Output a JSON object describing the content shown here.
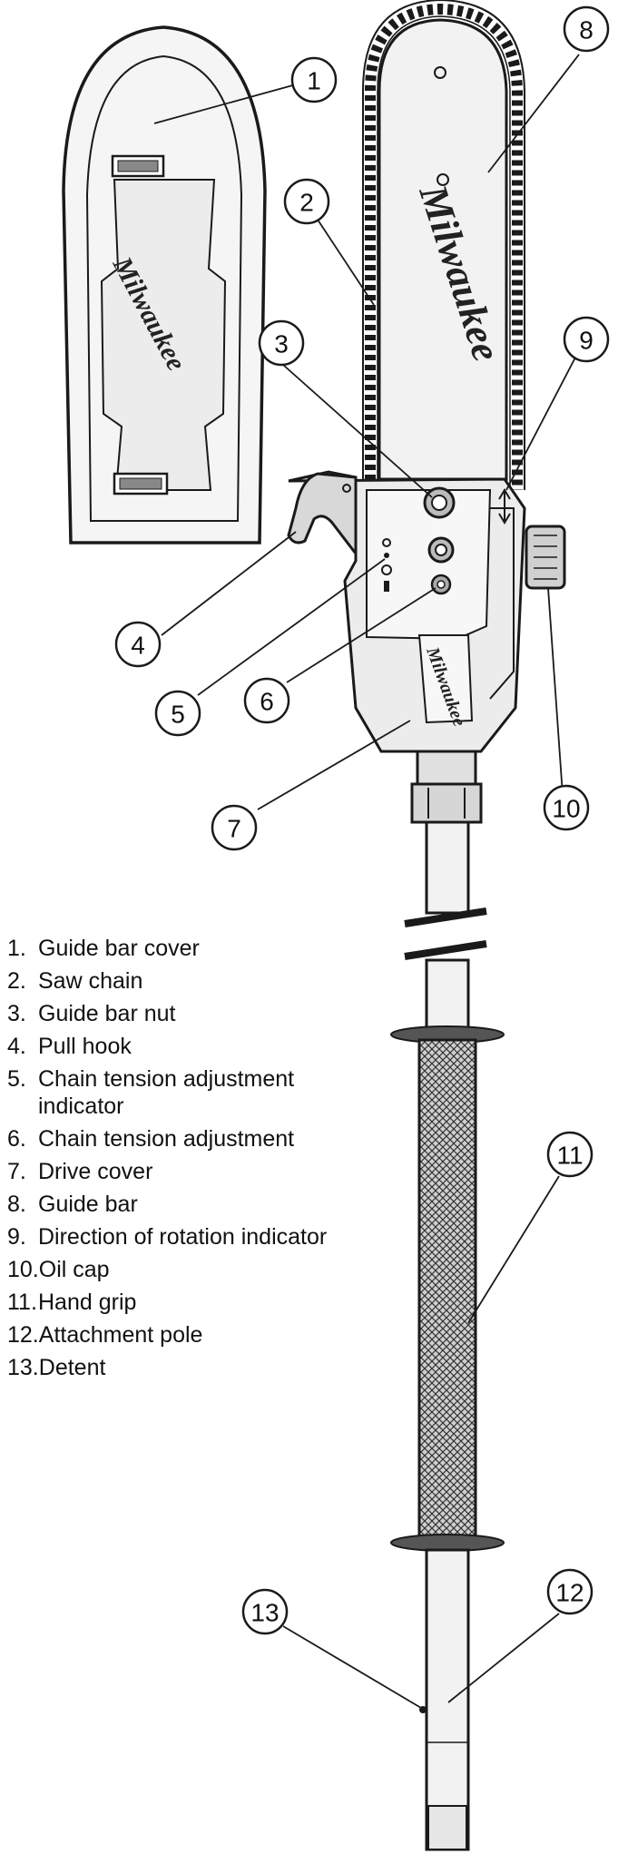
{
  "callouts": [
    "1",
    "2",
    "3",
    "4",
    "5",
    "6",
    "7",
    "8",
    "9",
    "10",
    "11",
    "12",
    "13"
  ],
  "legend": [
    {
      "num": "1.",
      "label": "Guide bar cover"
    },
    {
      "num": "2.",
      "label": "Saw chain"
    },
    {
      "num": "3.",
      "label": "Guide bar nut"
    },
    {
      "num": "4.",
      "label": "Pull hook"
    },
    {
      "num": "5.",
      "label": "Chain tension adjustment indicator"
    },
    {
      "num": "6.",
      "label": "Chain tension adjustment"
    },
    {
      "num": "7.",
      "label": "Drive cover"
    },
    {
      "num": "8.",
      "label": "Guide bar"
    },
    {
      "num": "9.",
      "label": "Direction of rotation indicator"
    },
    {
      "num": "10.",
      "label": "Oil cap"
    },
    {
      "num": "11.",
      "label": "Hand grip"
    },
    {
      "num": "12.",
      "label": "Attachment pole"
    },
    {
      "num": "13.",
      "label": "Detent"
    }
  ],
  "brand_text": "Milwaukee",
  "colors": {
    "line": "#1a1a1a",
    "fill_light": "#f4f4f4",
    "fill_mid": "#dcdcdc",
    "fill_dark": "#8a8a8a"
  }
}
